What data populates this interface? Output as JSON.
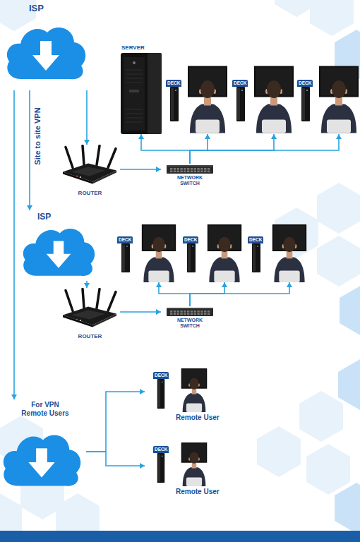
{
  "diagram": {
    "nodes": [
      {
        "text": [
          "ISP"
        ]
      },
      {
        "text": [
          "ROUTER"
        ]
      },
      {
        "text": [
          "NETWORK SWITCH"
        ]
      },
      {
        "text": [
          "SERVER"
        ]
      },
      {
        "text": [
          "DECK"
        ]
      },
      {
        "text": [
          "DECK"
        ]
      },
      {
        "text": [
          "DECK"
        ]
      },
      {
        "text": [
          "ISP"
        ]
      },
      {
        "text": [
          "ROUTER"
        ]
      },
      {
        "text": [
          "NETWORK SWITCH"
        ]
      },
      {
        "text": [
          "DECK"
        ]
      },
      {
        "text": [
          "DECK"
        ]
      },
      {
        "text": [
          "DECK"
        ]
      },
      {
        "text": [
          "For VPN Remote Users"
        ]
      },
      {
        "text": [
          "DECK",
          "Remote User"
        ]
      },
      {
        "text": [
          "DECK",
          "Remote User"
        ]
      }
    ],
    "edges": [
      {
        "from": 0,
        "to": 1,
        "arrow": "to"
      },
      {
        "from": 1,
        "to": 2,
        "arrow": "to"
      },
      {
        "from": 2,
        "to": 3,
        "arrow": "to"
      },
      {
        "from": 2,
        "to": 4,
        "arrow": "to"
      },
      {
        "from": 2,
        "to": 5,
        "arrow": "to"
      },
      {
        "from": 2,
        "to": 6,
        "arrow": "to"
      },
      {
        "from": 0,
        "to": 7,
        "label": "Site to site VPN",
        "arrow": "to"
      },
      {
        "from": 7,
        "to": 8,
        "arrow": "to"
      },
      {
        "from": 8,
        "to": 9,
        "arrow": "to"
      },
      {
        "from": 9,
        "to": 10,
        "arrow": "to"
      },
      {
        "from": 9,
        "to": 11,
        "arrow": "to"
      },
      {
        "from": 9,
        "to": 12,
        "arrow": "to"
      },
      {
        "from": 0,
        "to": 13,
        "arrow": "to"
      },
      {
        "from": 13,
        "to": 14,
        "arrow": "to"
      },
      {
        "from": 13,
        "to": 15,
        "arrow": "to"
      }
    ]
  }
}
